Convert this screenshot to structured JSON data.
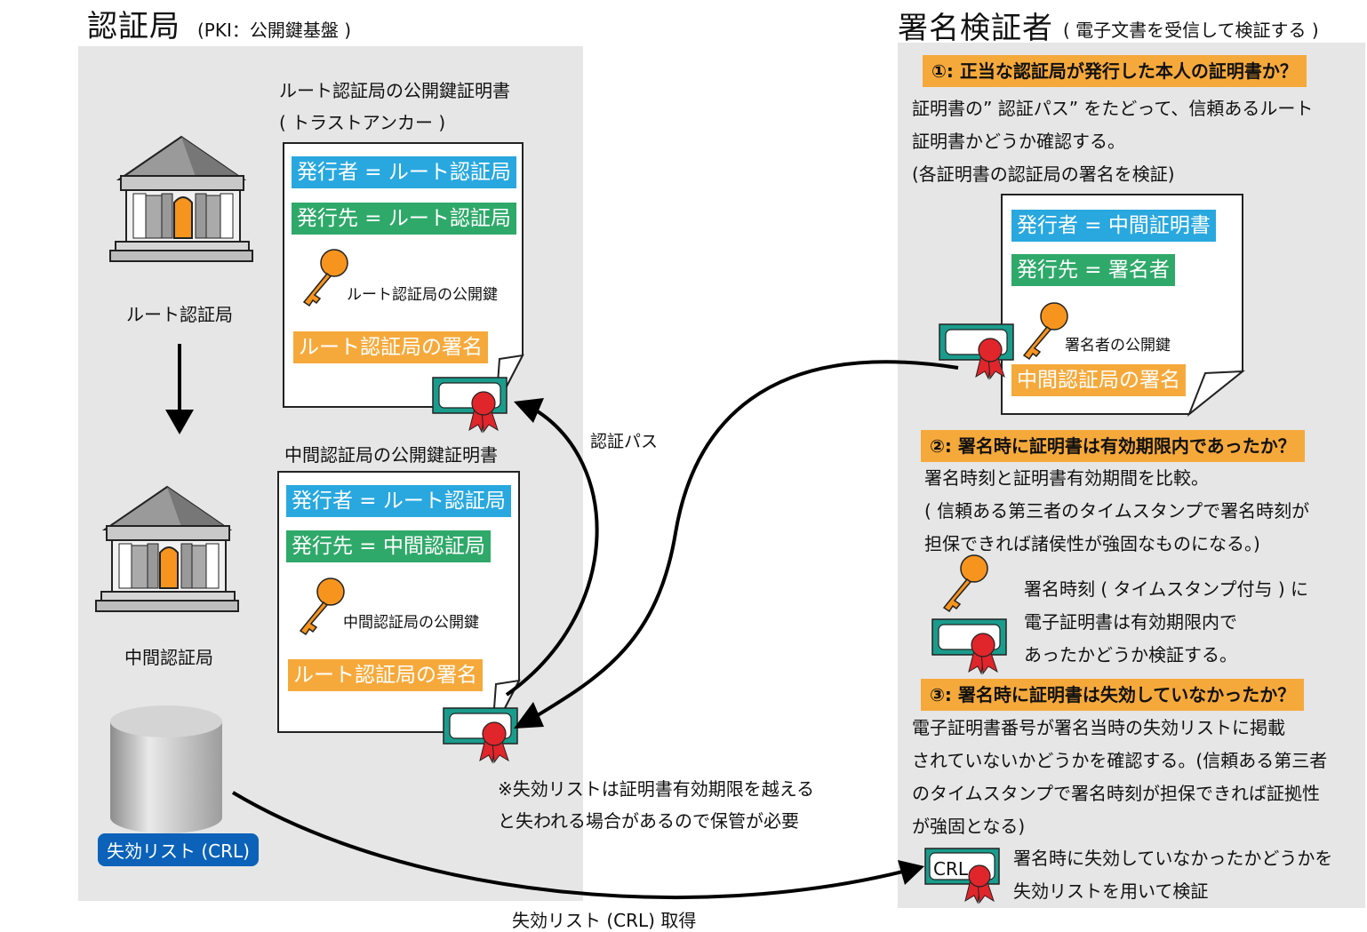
{
  "ca": {
    "title": "認証局",
    "subtitle": "(PKI：公開鍵基盤 )",
    "root_label": "ルート認証局",
    "intermediate_label": "中間認証局",
    "crl_label": "失効リスト (CRL)",
    "root_cert": {
      "caption_line1": "ルート認証局の公開鍵証明書",
      "caption_line2": "( トラストアンカー )",
      "issuer": "発行者 = ルート認証局",
      "subject": "発行先 = ルート認証局",
      "key_label": "ルート認証局の公開鍵",
      "signature": "ルート認証局の署名"
    },
    "intermediate_cert": {
      "caption": "中間認証局の公開鍵証明書",
      "issuer": "発行者 = ルート認証局",
      "subject": "発行先 = 中間認証局",
      "key_label": "中間認証局の公開鍵",
      "signature": "ルート認証局の署名"
    },
    "path_label": "認証パス",
    "crl_note_line1": "※失効リストは証明書有効期限を越える",
    "crl_note_line2": "と失われる場合があるので保管が必要"
  },
  "crl_fetch_label": "失効リスト (CRL) 取得",
  "verifier": {
    "title": "署名検証者",
    "subtitle": "( 電子文書を受信して検証する )",
    "q1": "①: 正当な認証局が発行した本人の証明書か？",
    "q1_text": [
      "証明書の” 認証パス” をたどって、信頼あるルート",
      "証明書かどうか確認する。",
      "(各証明書の認証局の署名を検証)"
    ],
    "signer_cert": {
      "issuer": "発行者 = 中間証明書",
      "subject": "発行先 = 署名者",
      "key_label": "署名者の公開鍵",
      "signature": "中間認証局の署名"
    },
    "q2": "②: 署名時に証明書は有効期限内であったか？",
    "q2_text": [
      "署名時刻と証明書有効期間を比較。",
      "( 信頼ある第三者のタイムスタンプで署名時刻が",
      "担保できれば諸侯性が強固なものになる。)"
    ],
    "q2_detail": [
      "署名時刻 ( タイムスタンプ付与 ) に",
      "電子証明書は有効期限内で",
      "あったかどうか検証する。"
    ],
    "q3": "③: 署名時に証明書は失効していなかったか？",
    "q3_text": [
      "電子証明書番号が署名当時の失効リストに掲載",
      "されていないかどうかを確認する。(信頼ある第三者",
      "のタイムスタンプで署名時刻が担保できれば証拠性",
      "が強固となる)"
    ],
    "crl_badge": "CRL",
    "q3_detail": [
      "署名時に失効していなかったかどうかを",
      "失効リストを用いて検証"
    ]
  },
  "colors": {
    "panel": "#e6e6e6",
    "issuer": "#29a8df",
    "subject": "#2fa96a",
    "signature": "#f6a93b",
    "key": "#f7941d",
    "seal": "#e0252b",
    "cert_frame": "#1a9c8c",
    "crl_badge": "#0b62b8"
  }
}
